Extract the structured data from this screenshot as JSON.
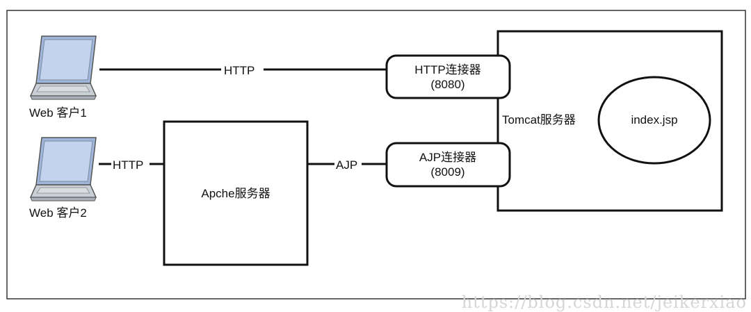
{
  "clients": [
    {
      "label": "Web 客户1"
    },
    {
      "label": "Web 客户2"
    }
  ],
  "links": {
    "client1_http": "HTTP",
    "client2_http": "HTTP",
    "ajp": "AJP"
  },
  "apache": {
    "label": "Apche服务器"
  },
  "tomcat": {
    "label": "Tomcat服务器",
    "http_connector": {
      "name": "HTTP连接器",
      "port": "(8080)"
    },
    "ajp_connector": {
      "name": "AJP连接器",
      "port": "(8009)"
    },
    "page": "index.jsp"
  },
  "watermark": "https://blog.csdn.net/jeikerxiao",
  "colors": {
    "stroke": "#111111",
    "laptop_screen": "#a9bfe0",
    "laptop_body": "#c8ced6"
  }
}
